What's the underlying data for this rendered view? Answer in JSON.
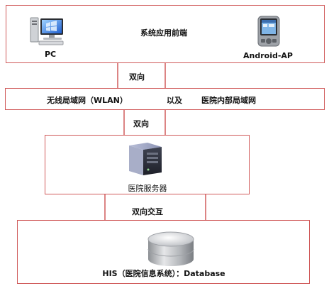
{
  "frontend": {
    "title": "系统应用前端",
    "pc_label": "PC",
    "ap_label": "Android-AP",
    "pc_icon": "computer-icon",
    "ap_icon": "pda-device-icon"
  },
  "link_1": "双向",
  "network": {
    "wlan": "无线局域网（WLAN）",
    "and": "以及",
    "lan": "医院内部局域网"
  },
  "link_2": "双向",
  "server": {
    "label": "医院服务器",
    "icon": "server-icon"
  },
  "link_3": "双向交互",
  "database": {
    "label": "HIS（医院信息系统）：Database",
    "icon": "database-icon"
  },
  "colors": {
    "border": "#d05a5a",
    "text": "#111111"
  }
}
